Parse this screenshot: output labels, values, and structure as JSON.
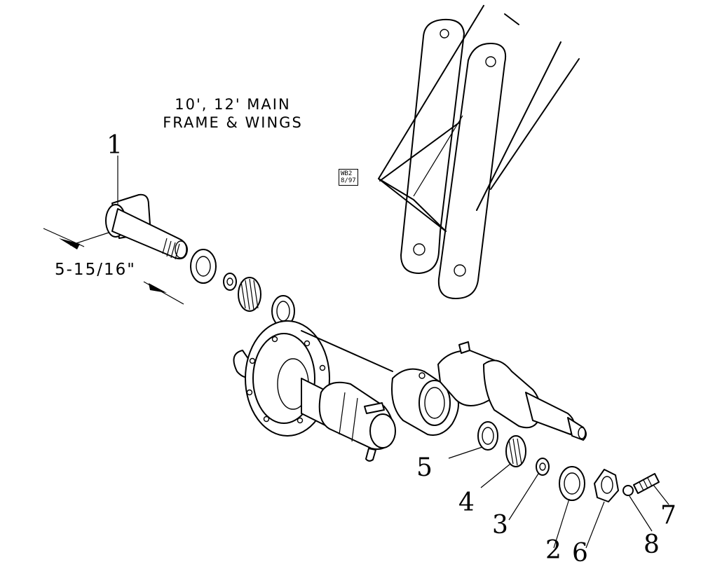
{
  "title": {
    "line1": "10', 12' MAIN",
    "line2": "FRAME & WINGS"
  },
  "dimension": {
    "text": "5-15/16\""
  },
  "stamp": {
    "line1": "WB2",
    "line2": "8/97"
  },
  "callouts": [
    {
      "id": "1",
      "part": "spindle"
    },
    {
      "id": "2",
      "part": "bearing-cup-outer"
    },
    {
      "id": "3",
      "part": "washer"
    },
    {
      "id": "4",
      "part": "bearing-cone"
    },
    {
      "id": "5",
      "part": "bearing-cup"
    },
    {
      "id": "6",
      "part": "hex-nut"
    },
    {
      "id": "7",
      "part": "bolt"
    },
    {
      "id": "8",
      "part": "lock-nut"
    }
  ]
}
